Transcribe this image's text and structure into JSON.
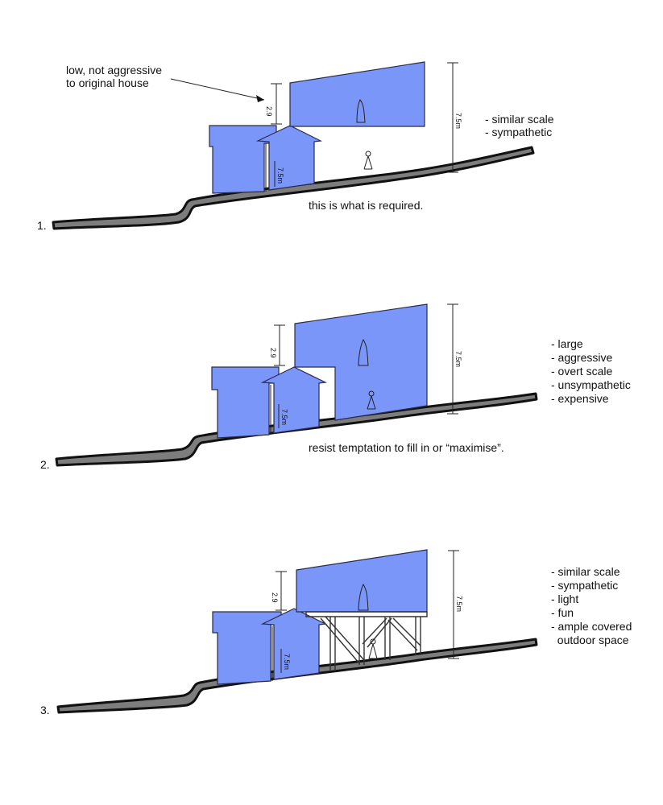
{
  "annotation_top": [
    "low, not aggressive",
    "to original house"
  ],
  "options": [
    {
      "number": "1.",
      "caption": "this is what is required.",
      "notes": [
        "- similar scale",
        "- sympathetic"
      ],
      "dim_low": "2.9",
      "dim_high": "7.5m",
      "dim_house": "7.5m"
    },
    {
      "number": "2.",
      "caption": "resist temptation to fill in or “maximise”.",
      "notes": [
        "- large",
        "- aggressive",
        "- overt scale",
        "- unsympathetic",
        "- expensive"
      ],
      "dim_low": "2.9",
      "dim_high": "7.5m",
      "dim_house": "7.5m"
    },
    {
      "number": "3.",
      "caption": "",
      "notes": [
        "- similar scale",
        "- sympathetic",
        "- light",
        "- fun",
        "- ample covered",
        "  outdoor space"
      ],
      "dim_low": "2.9",
      "dim_high": "7.5m",
      "dim_house": "7.5m"
    }
  ],
  "colors": {
    "mass": "#7b96f9",
    "ground": "#7d7d7d"
  }
}
